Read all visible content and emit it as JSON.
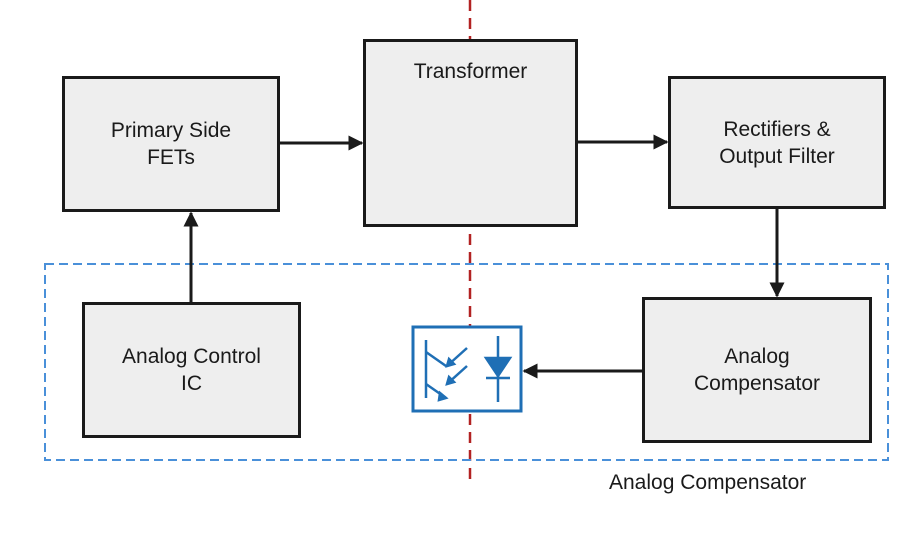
{
  "blocks": {
    "primary_fets": "Primary Side\nFETs",
    "transformer": "Transformer",
    "rectifiers": "Rectifiers &\nOutput Filter",
    "control_ic": "Analog Control\nIC",
    "compensator": "Analog\nCompensator"
  },
  "region_label": "Analog Compensator",
  "colors": {
    "isolation_line": "#b22222",
    "feedback_region": "#4a90d9",
    "optocoupler": "#1f6fb5",
    "block_fill": "#eeeeee",
    "block_border": "#1a1a1a"
  },
  "icons": [
    "transformer-coils-icon",
    "optocoupler-icon"
  ]
}
